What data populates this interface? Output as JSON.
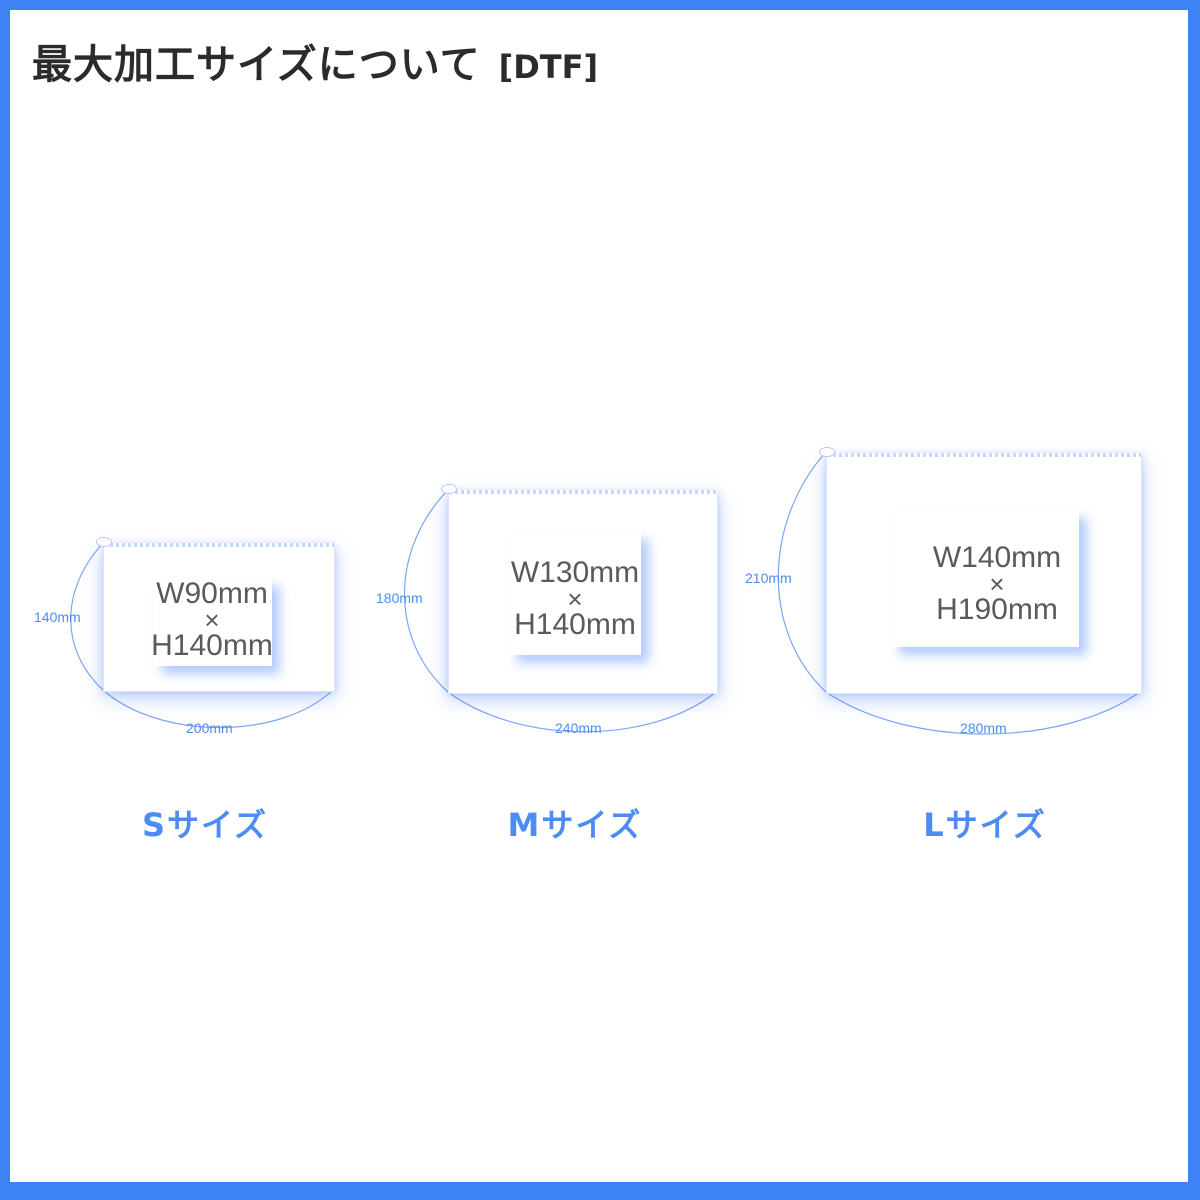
{
  "title": {
    "main": "最大加工サイズについて",
    "tag": "[DTF]"
  },
  "sizes": [
    {
      "label": "Sサイズ",
      "pouch_width": "200mm",
      "pouch_height": "140mm",
      "area_width_text": "W90mm",
      "times": "×",
      "area_height_text": "H140mm"
    },
    {
      "label": "Mサイズ",
      "pouch_width": "240mm",
      "pouch_height": "180mm",
      "area_width_text": "W130mm",
      "times": "×",
      "area_height_text": "H140mm"
    },
    {
      "label": "Lサイズ",
      "pouch_width": "280mm",
      "pouch_height": "210mm",
      "area_width_text": "W140mm",
      "times": "×",
      "area_height_text": "H190mm"
    }
  ],
  "colors": {
    "frame": "#3d83f5",
    "accent": "#4d8cf5",
    "text": "#2b2b2b"
  }
}
